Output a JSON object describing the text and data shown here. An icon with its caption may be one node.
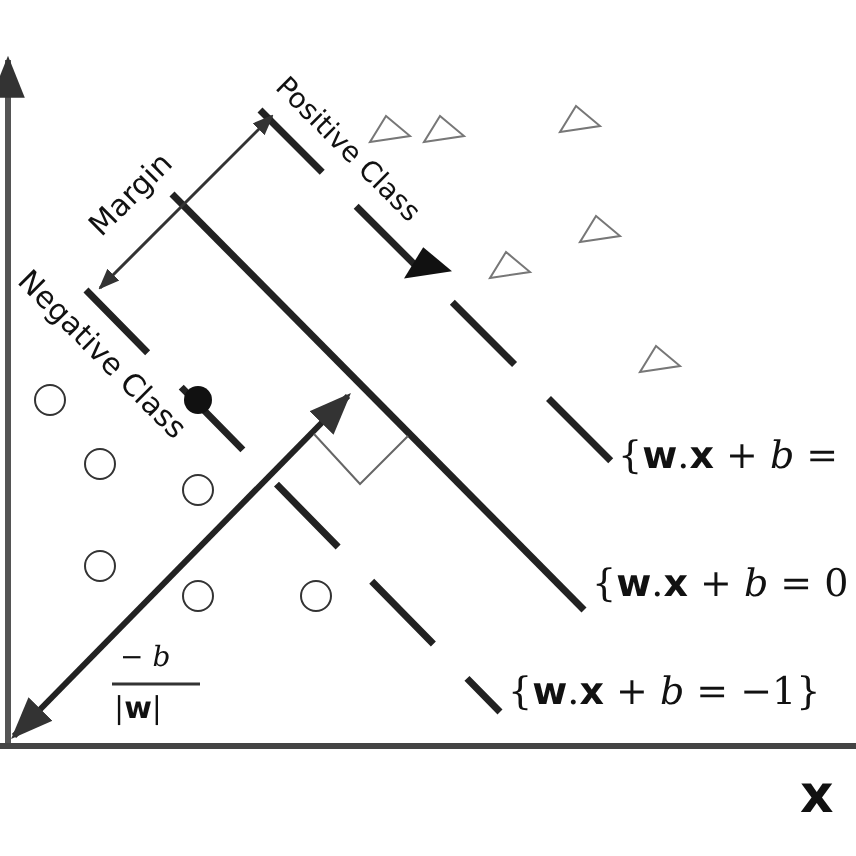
{
  "diagram": {
    "labels": [
      "Positive Class",
      "Margin",
      "Negative Class",
      "{**w**.**x** + *b* =",
      "{**w**.**x** + *b* = 0",
      "− *b*",
      "|**w**|",
      "{**w**.**x** + *b* = −1}",
      "**x**"
    ]
  }
}
